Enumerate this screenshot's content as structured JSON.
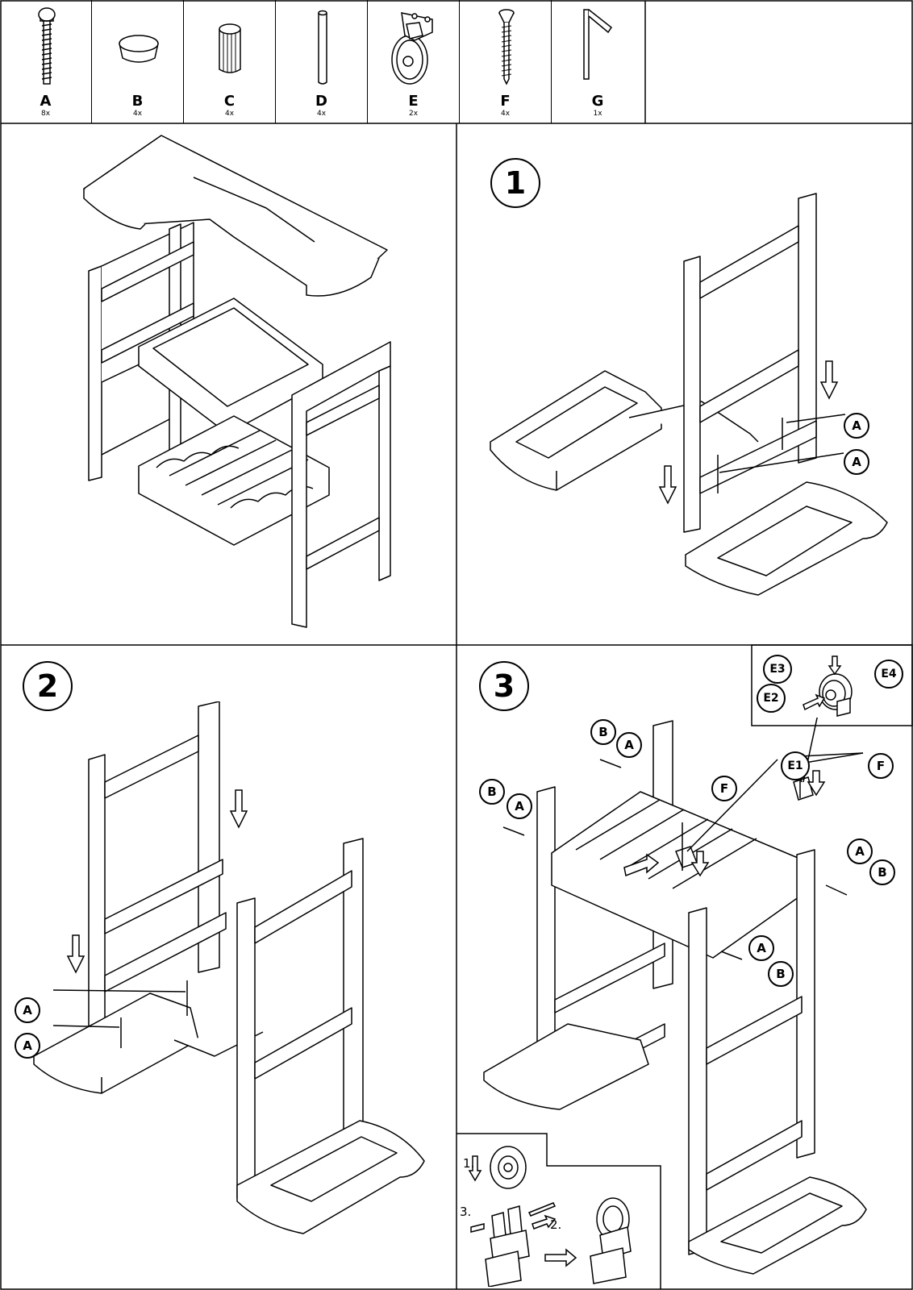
{
  "parts": [
    {
      "letter": "A",
      "qty": "8x",
      "icon": "bolt-icon"
    },
    {
      "letter": "B",
      "qty": "4x",
      "icon": "cap-icon"
    },
    {
      "letter": "C",
      "qty": "4x",
      "icon": "dowel-cap-icon"
    },
    {
      "letter": "D",
      "qty": "4x",
      "icon": "rod-icon"
    },
    {
      "letter": "E",
      "qty": "2x",
      "icon": "caster-wheel-icon"
    },
    {
      "letter": "F",
      "qty": "4x",
      "icon": "screw-icon"
    },
    {
      "letter": "G",
      "qty": "1x",
      "icon": "hex-key-icon"
    }
  ],
  "steps": {
    "step1": {
      "number": "1"
    },
    "step2": {
      "number": "2"
    },
    "step3": {
      "number": "3"
    }
  },
  "callouts": {
    "s1_a1": "A",
    "s1_a2": "A",
    "s2_a1": "A",
    "s2_a2": "A",
    "s3_b1": "B",
    "s3_a1": "A",
    "s3_b2": "B",
    "s3_a2": "A",
    "s3_f1": "F",
    "s3_e1": "E1",
    "s3_f2": "F",
    "s3_a3": "A",
    "s3_b3": "B",
    "s3_a4": "A",
    "s3_b4": "B",
    "s3_e3": "E3",
    "s3_e4": "E4",
    "s3_e2": "E2"
  },
  "inset": {
    "label1": "1.",
    "label2": "2.",
    "label3": "3."
  }
}
